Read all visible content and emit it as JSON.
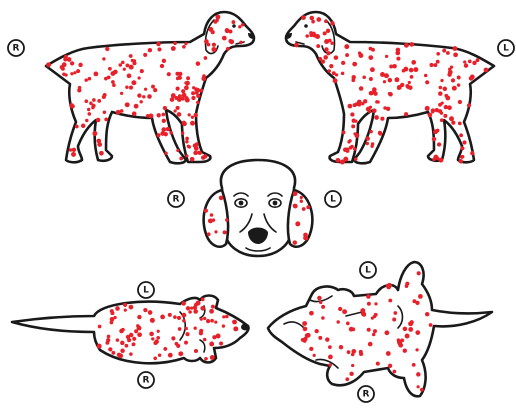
{
  "badges": {
    "side_right_view": "R",
    "side_left_view": "L",
    "head_right": "R",
    "head_left": "L",
    "top_left_side": "L",
    "top_right_side": "R",
    "belly_left_side": "L",
    "belly_right_side": "R"
  },
  "colors": {
    "outline": "#1a1a1a",
    "spot": "#e8202a",
    "background": "#ffffff"
  }
}
